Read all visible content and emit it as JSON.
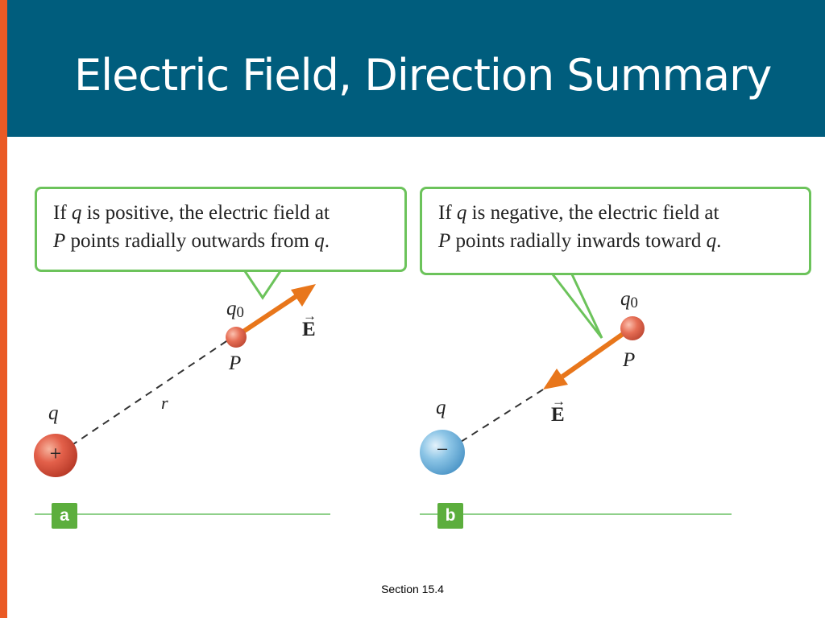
{
  "colors": {
    "title_bg": "#005d7d",
    "accent": "#ea5a25",
    "callout_border": "#6cc35b",
    "panel_tag_bg": "#5cae3d",
    "field_arrow": "#e8761b",
    "positive_charge": "#d9543b",
    "negative_charge": "#7ab8dd",
    "test_charge": "#e36a52"
  },
  "slide": {
    "title": "Electric Field, Direction Summary",
    "footer": "Section 15.4"
  },
  "panel_a": {
    "callout_line1_pre": "If ",
    "callout_q": "q",
    "callout_line1_post": " is positive, the electric field at",
    "callout_P": "P",
    "callout_line2_mid": " points radially outwards from ",
    "callout_q2": "q",
    "callout_line2_end": ".",
    "source_label": "q",
    "source_sign": "+",
    "test_label": "q",
    "test_sub": "0",
    "point_label": "P",
    "distance_label": "r",
    "field_label": "E",
    "field_arrow_glyph": "→",
    "tag": "a"
  },
  "panel_b": {
    "callout_line1_pre": "If ",
    "callout_q": "q",
    "callout_line1_post": " is negative, the electric field at",
    "callout_P": "P",
    "callout_line2_mid": " points radially inwards toward ",
    "callout_q2": "q",
    "callout_line2_end": ".",
    "source_label": "q",
    "source_sign": "−",
    "test_label": "q",
    "test_sub": "0",
    "point_label": "P",
    "field_label": "E",
    "field_arrow_glyph": "→",
    "tag": "b"
  }
}
